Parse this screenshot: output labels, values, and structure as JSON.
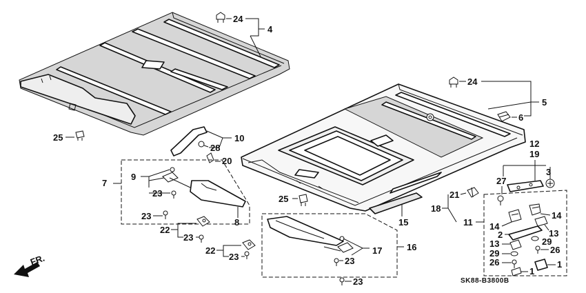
{
  "diagram_code": "SK88-B3800B",
  "direction_label": "FR.",
  "callouts": {
    "c24a": "24",
    "c4": "4",
    "c25a": "25",
    "c10": "10",
    "c28": "28",
    "c20": "20",
    "c9": "9",
    "c7": "7",
    "c23a": "23",
    "c8": "8",
    "c23b": "23",
    "c22a": "22",
    "c23c": "23",
    "c22b": "22",
    "c23d": "23",
    "c24b": "24",
    "c5": "5",
    "c6": "6",
    "c12": "12",
    "c19": "19",
    "c3": "3",
    "c27": "27",
    "c21": "21",
    "c18": "18",
    "c11": "11",
    "c25b": "25",
    "c15": "15",
    "c16": "16",
    "c17": "17",
    "c23e": "23",
    "c23f": "23",
    "c14a": "14",
    "c14b": "14",
    "c2": "2",
    "c13a": "13",
    "c13b": "13",
    "c29a": "29",
    "c29b": "29",
    "c26a": "26",
    "c26b": "26",
    "c1a": "1",
    "c1b": "1"
  }
}
